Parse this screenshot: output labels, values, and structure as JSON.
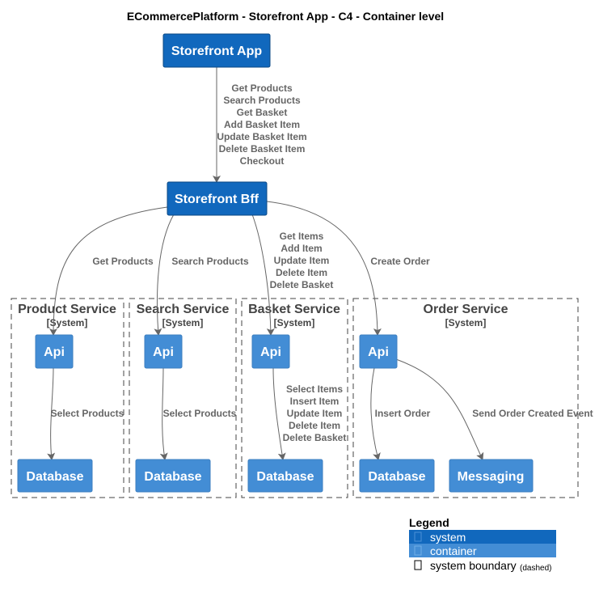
{
  "title": "ECommercePlatform - Storefront App - C4 - Container level",
  "colors": {
    "system": "#1168bd",
    "container": "#438dd5",
    "boundary_stroke": "#444444",
    "edge": "#666666"
  },
  "nodes": {
    "storefront_app": "Storefront App",
    "storefront_bff": "Storefront Bff",
    "product_api": "Api",
    "product_db": "Database",
    "search_api": "Api",
    "search_db": "Database",
    "basket_api": "Api",
    "basket_db": "Database",
    "order_api": "Api",
    "order_db": "Database",
    "order_messaging": "Messaging"
  },
  "boundaries": {
    "product": {
      "name": "Product Service",
      "type": "[System]"
    },
    "search": {
      "name": "Search Service",
      "type": "[System]"
    },
    "basket": {
      "name": "Basket Service",
      "type": "[System]"
    },
    "order": {
      "name": "Order Service",
      "type": "[System]"
    }
  },
  "edges": {
    "app_to_bff": [
      "Get Products",
      "Search Products",
      "Get Basket",
      "Add Basket Item",
      "Update Basket Item",
      "Delete Basket Item",
      "Checkout"
    ],
    "bff_to_product": [
      "Get Products"
    ],
    "bff_to_search": [
      "Search Products"
    ],
    "bff_to_basket": [
      "Get Items",
      "Add Item",
      "Update Item",
      "Delete Item",
      "Delete Basket"
    ],
    "bff_to_order": [
      "Create Order"
    ],
    "product_api_to_db": [
      "Select Products"
    ],
    "search_api_to_db": [
      "Select Products"
    ],
    "basket_api_to_db": [
      "Select Items",
      "Insert Item",
      "Update Item",
      "Delete Item",
      "Delete Basket"
    ],
    "order_api_to_db": [
      "Insert Order"
    ],
    "order_api_to_messaging": [
      "Send Order Created Event"
    ]
  },
  "legend": {
    "title": "Legend",
    "system": "system",
    "container": "container",
    "boundary": "system boundary",
    "boundary_note": "(dashed)"
  }
}
